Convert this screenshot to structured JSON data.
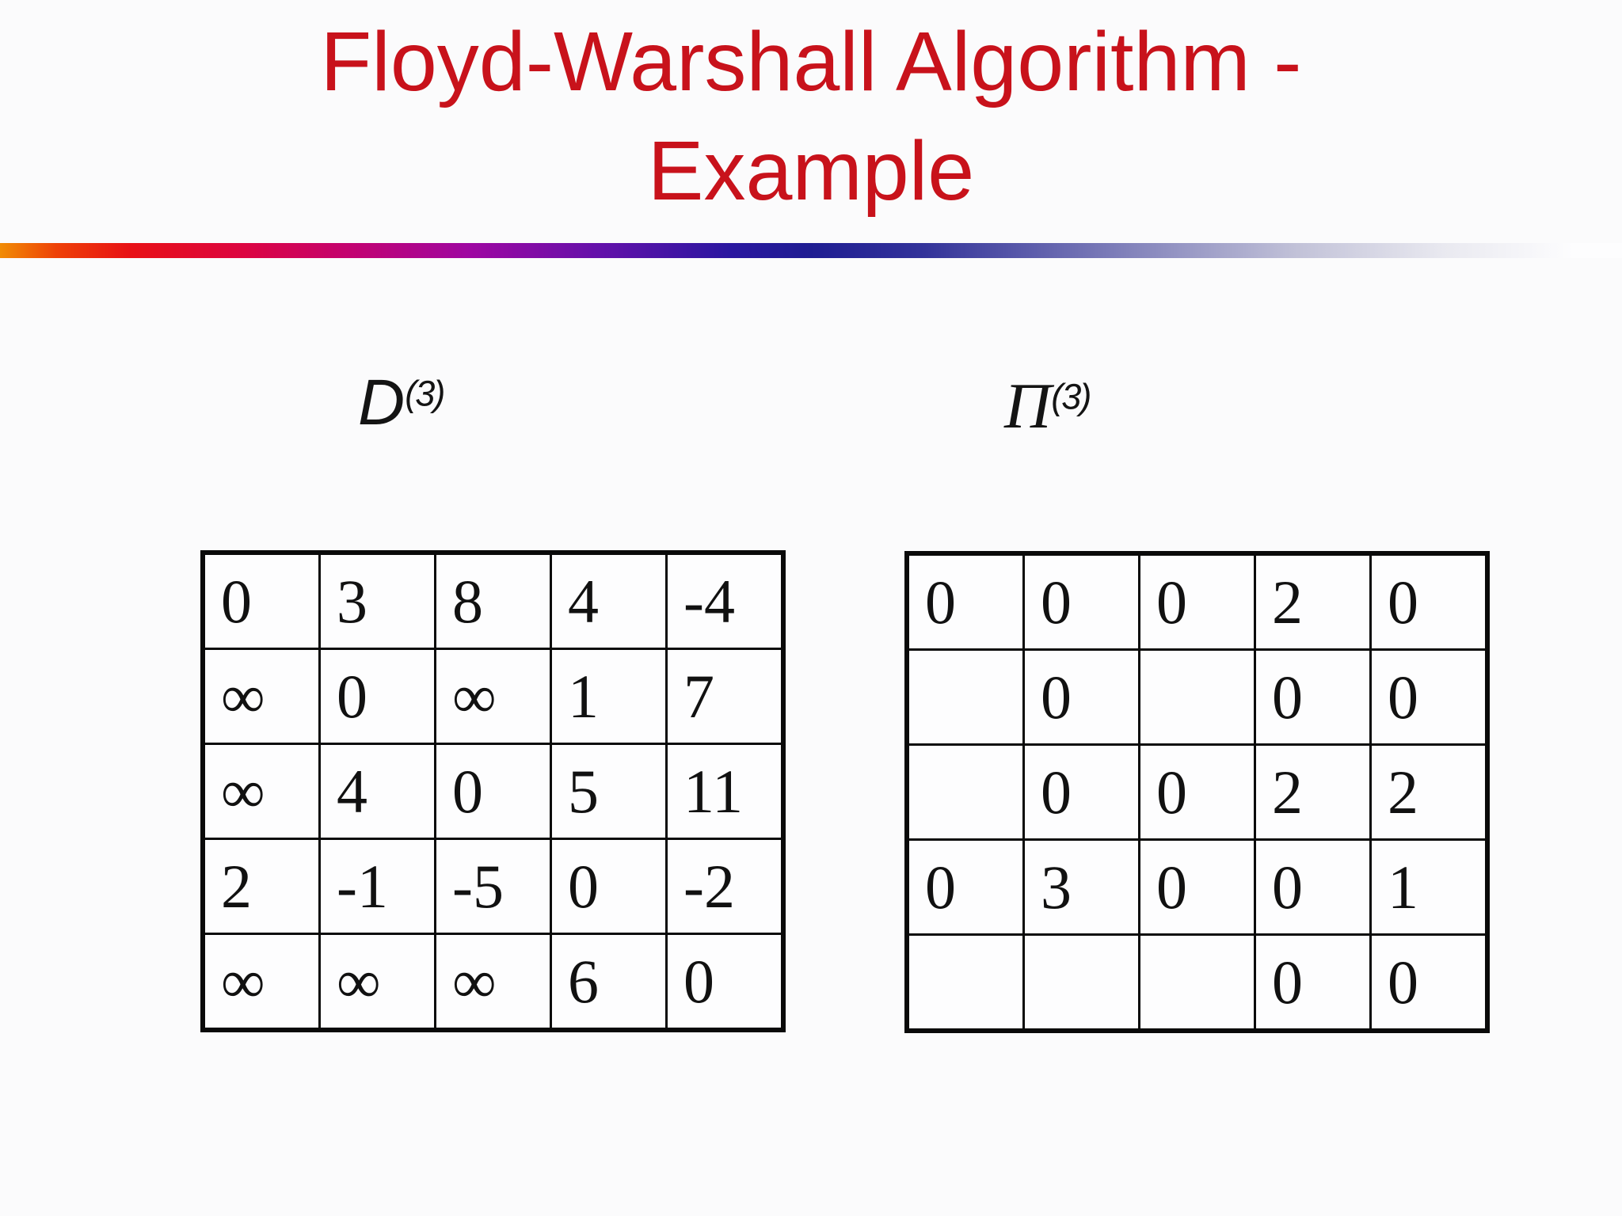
{
  "slide": {
    "title_line1": "Floyd-Warshall Algorithm -",
    "title_line2": "Example"
  },
  "colors": {
    "title_red": "#C8121B",
    "table_border": "#0A0A0A",
    "bar_gradient_css": "linear-gradient(90deg, #F18C05 0%, #EE4007 3.5%, #E81116 8%, #DC0541 15%, #C30270 21.5%, #9E07A2 29%, #6311AA 37%, #2A17A0 45%, #1F1D92 50%, #33339A 57%, #8585BC 70%, #C2C2D8 80%, #E9E9F0 89%, #FDFDFE 97%)"
  },
  "matrices": {
    "d": {
      "label_base": "D",
      "label_sup": "(3)",
      "rows": [
        [
          "0",
          "3",
          "8",
          "4",
          "-4"
        ],
        [
          "∞",
          "0",
          "∞",
          "1",
          "7"
        ],
        [
          "∞",
          "4",
          "0",
          "5",
          "11"
        ],
        [
          "2",
          "-1",
          "-5",
          "0",
          "-2"
        ],
        [
          "∞",
          "∞",
          "∞",
          "6",
          "0"
        ]
      ]
    },
    "pi": {
      "label_base": "Π",
      "label_sup": "(3)",
      "rows": [
        [
          "0",
          "0",
          "0",
          "2",
          "0"
        ],
        [
          "",
          "0",
          "",
          "0",
          "0"
        ],
        [
          "",
          "0",
          "0",
          "2",
          "2"
        ],
        [
          "0",
          "3",
          "0",
          "0",
          "1"
        ],
        [
          "",
          "",
          "",
          "0",
          "0"
        ]
      ]
    }
  }
}
